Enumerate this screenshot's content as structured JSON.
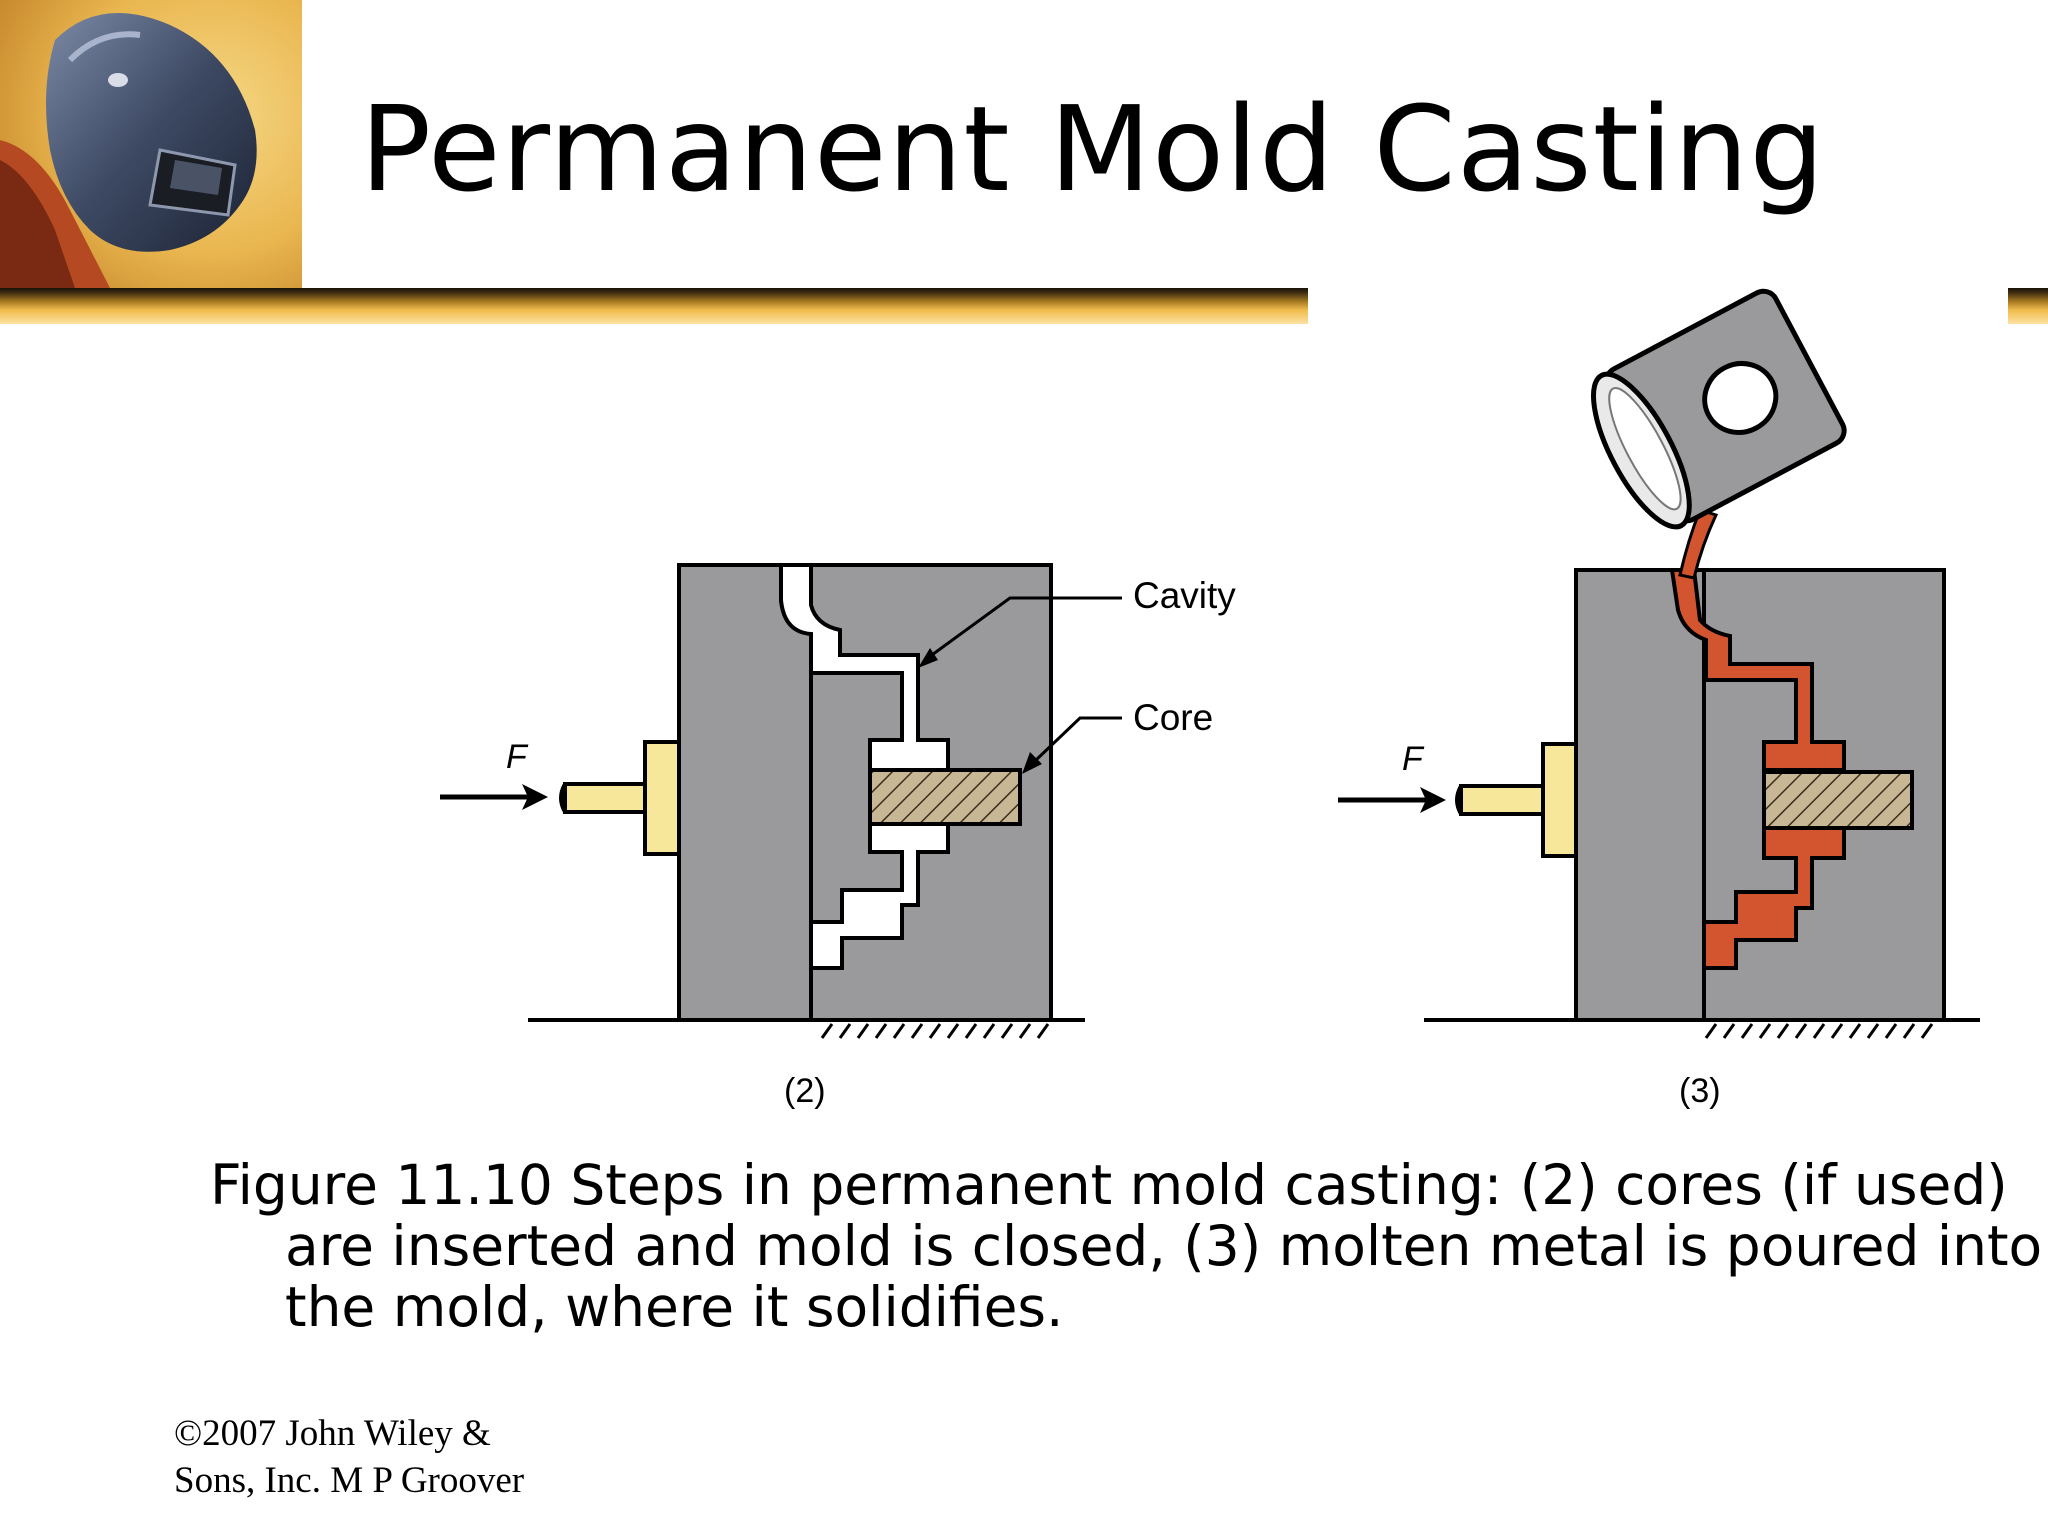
{
  "slide": {
    "title": "Permanent Mold Casting",
    "caption": "Figure 11.10  Steps in permanent mold casting: (2) cores (if used) are inserted and mold is closed, (3) molten metal is poured into the mold, where it solidifies.",
    "copyright": "©2007 John Wiley & Sons, Inc.  M P Groover"
  },
  "figure": {
    "labels": {
      "cavity": "Cavity",
      "core": "Core",
      "force_left": "F",
      "force_right": "F",
      "step_2": "(2)",
      "step_3": "(3)"
    },
    "colors": {
      "mold": "#9a9a9d",
      "ejector": "#f6e79a",
      "core": "#c8b795",
      "molten_metal": "#d2552f",
      "cavity": "#ffffff",
      "header_bar": "#e8b040"
    },
    "icons": [
      "welder-helmet-icon",
      "ladle-icon",
      "force-arrow-icon"
    ]
  }
}
